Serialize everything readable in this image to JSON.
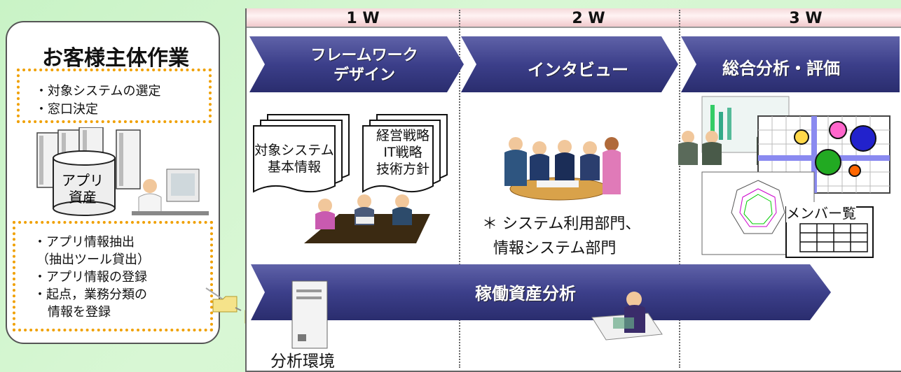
{
  "customer_panel": {
    "title": "お客様主体作業",
    "box1": [
      "・対象システムの選定",
      "・窓口決定"
    ],
    "db_label_1": "アプリ",
    "db_label_2": "資産",
    "box2": [
      "・アプリ情報抽出",
      "（抽出ツール貸出）",
      "・アプリ情報の登録",
      "・起点，業務分類の",
      "情報を登録"
    ]
  },
  "weeks": [
    "1 W",
    "2 W",
    "3 W"
  ],
  "phases": {
    "p1_line1": "フレームワーク",
    "p1_line2": "デザイン",
    "p2": "インタビュー",
    "p3": "総合分析・評価",
    "bottom": "稼働資産分析"
  },
  "docs": {
    "doc1_line1": "対象システム",
    "doc1_line2": "基本情報",
    "doc2_line1": "経営戦略",
    "doc2_line2": "IT戦略",
    "doc2_line3": "技術方針"
  },
  "interview_note_1": "＊ システム利用部門、",
  "interview_note_2": "情報システム部門",
  "member_list": "メンバー覧",
  "env_label": "分析環境"
}
